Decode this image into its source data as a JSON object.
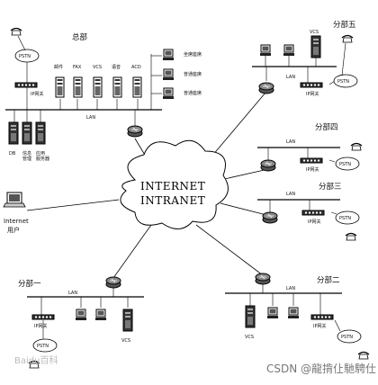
{
  "cloud": {
    "line1": "INTERNET",
    "line2": "INTRANET"
  },
  "hq": {
    "title": "总部",
    "pstn": "PSTN",
    "gateway": "IP网关",
    "lan": "LAN",
    "servers": [
      "邮件",
      "FAX",
      "VCS",
      "语音",
      "ACD"
    ],
    "seats": [
      "坐席座席",
      "普通座席",
      "普通座席"
    ],
    "bottom": [
      "DB",
      "信息",
      "管理",
      "应用",
      "服务器"
    ]
  },
  "branch5": {
    "title": "分部五",
    "vcs": "VCS",
    "lan": "LAN",
    "gateway": "IP网关",
    "pstn": "PSTN"
  },
  "branch4": {
    "title": "分部四",
    "lan": "LAN",
    "gateway": "IP网关",
    "pstn": "PSTN"
  },
  "branch3": {
    "title": "分部三",
    "lan": "LAN",
    "gateway": "IP网关",
    "pstn": "PSTN"
  },
  "branch2": {
    "title": "分部二",
    "lan": "LAN",
    "vcs": "VCS",
    "gateway": "IP网关",
    "pstn": "PSTN"
  },
  "branch1": {
    "title": "分部一",
    "lan": "LAN",
    "gateway": "IP网关",
    "vcs": "VCS",
    "pstn": "PSTN"
  },
  "internet_user": {
    "line1": "Internet",
    "line2": "用户"
  },
  "watermark": {
    "baidu": "Baidu百科",
    "csdn": "CSDN @龍揹仩馳騁仕"
  }
}
